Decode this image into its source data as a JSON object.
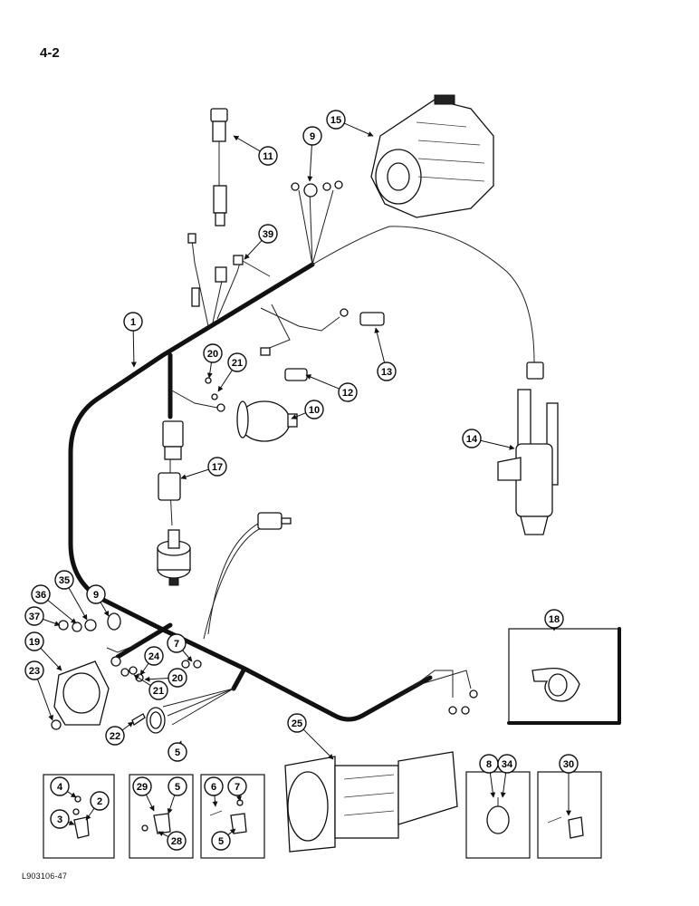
{
  "page_number": "4-2",
  "figure_code": "L903106-47",
  "callouts": [
    "1",
    "2",
    "3",
    "4",
    "5",
    "5",
    "5",
    "6",
    "7",
    "7",
    "8",
    "34",
    "9",
    "9",
    "10",
    "11",
    "12",
    "13",
    "14",
    "15",
    "17",
    "18",
    "19",
    "20",
    "20",
    "21",
    "21",
    "22",
    "23",
    "24",
    "25",
    "28",
    "29",
    "30",
    "35",
    "36",
    "37",
    "39"
  ]
}
